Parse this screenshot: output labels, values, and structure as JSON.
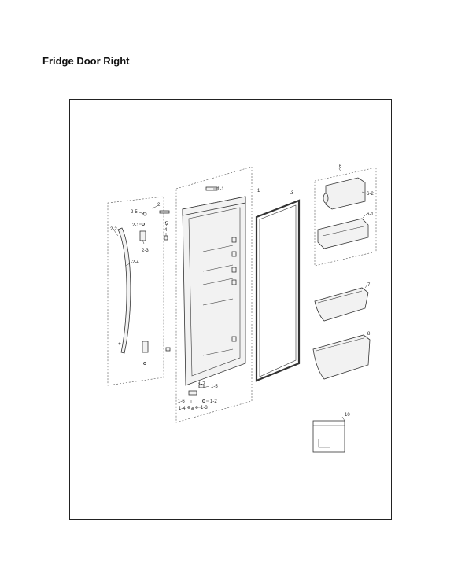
{
  "page": {
    "title": "Fridge Door Right"
  },
  "callouts": {
    "c1": "1",
    "c1_1": "1-1",
    "c1_2": "1-2",
    "c1_3": "1-3",
    "c1_4": "1-4",
    "c1_5": "1-5",
    "c1_6": "1-6",
    "c1_7": "1-7",
    "c2": "2",
    "c2_1": "2-1",
    "c2_2": "2-2",
    "c2_3": "2-3",
    "c2_4": "2-4",
    "c2_5": "2-5",
    "c3": "3",
    "c4": "4",
    "c5": "5",
    "c6": "6",
    "c6_1": "6-1",
    "c6_2": "6-2",
    "c7": "7",
    "c8": "8",
    "c10": "10"
  }
}
